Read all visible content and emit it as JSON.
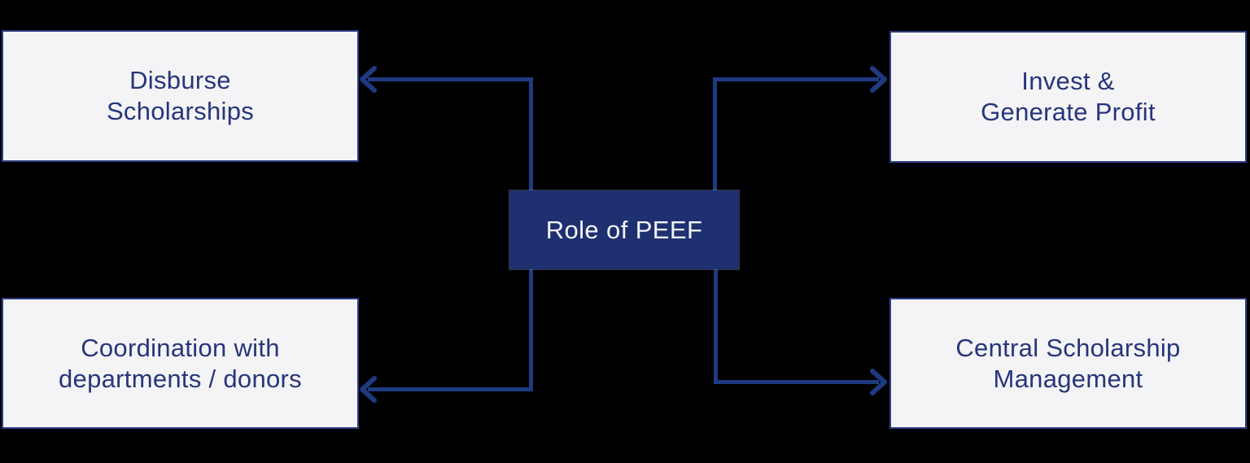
{
  "diagram": {
    "center_node": {
      "label": "Role of PEEF"
    },
    "nodes": {
      "top_left": {
        "line1": "Disburse",
        "line2": "Scholarships"
      },
      "top_right": {
        "line1": "Invest &",
        "line2": "Generate Profit"
      },
      "bottom_left": {
        "line1": "Coordination with",
        "line2": "departments / donors"
      },
      "bottom_right": {
        "line1": "Central Scholarship",
        "line2": "Management"
      }
    },
    "edges": [
      {
        "from": "center",
        "to": "top_left",
        "arrow": "into-target"
      },
      {
        "from": "center",
        "to": "top_right",
        "arrow": "into-target"
      },
      {
        "from": "center",
        "to": "bottom_left",
        "arrow": "into-target"
      },
      {
        "from": "center",
        "to": "bottom_right",
        "arrow": "into-target"
      }
    ],
    "colors": {
      "background": "#000000",
      "center_fill": "#1e3070",
      "center_text": "#f4f5f9",
      "node_fill": "#f4f4f6",
      "node_border": "#2e3d85",
      "node_text": "#27357b",
      "connector": "#1e3a80"
    }
  }
}
